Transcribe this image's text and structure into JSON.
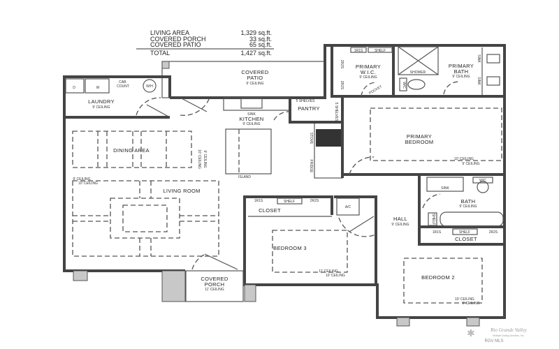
{
  "area_table": {
    "rows": [
      {
        "label": "LIVING AREA",
        "value": "1,329 sq.ft."
      },
      {
        "label": "COVERED PORCH",
        "value": "33 sq.ft."
      },
      {
        "label": "COVERED PATIO",
        "value": "65 sq.ft."
      }
    ],
    "total": {
      "label": "TOTAL",
      "value": "1,427 sq.ft."
    }
  },
  "rooms": {
    "covered_patio": {
      "name1": "COVERED",
      "name2": "PATIO",
      "ceiling": "9' CEILING"
    },
    "laundry": {
      "name": "LAUNDRY",
      "ceiling": "9' CEILING",
      "d": "D",
      "w": "W",
      "cab1": "CAB.",
      "cab2": "COUNT",
      "wh": "W/H"
    },
    "kitchen": {
      "name": "KITCHEN",
      "ceiling": "9' CEILING",
      "sink": "SINK",
      "island": "ISLAND",
      "stove": "STOVE",
      "fridge": "FRIDGE"
    },
    "pantry": {
      "name": "PANTRY",
      "shelves_top": "5 SHELVES",
      "shelves_side": "5 SHELVES"
    },
    "dining": {
      "name": "DINING AREA",
      "ceiling_a": "9' CEILING",
      "ceiling_b": "10' CEILING"
    },
    "living": {
      "name": "LIVING ROOM",
      "ceiling_a": "9' CEILING",
      "ceiling_b": "10' CEILING"
    },
    "covered_porch": {
      "name1": "COVERED",
      "name2": "PORCH",
      "ceiling": "11' CEILING"
    },
    "primary_wic": {
      "name1": "PRIMARY",
      "name2": "W.I.C.",
      "ceiling": "9' CEILING",
      "rod": "1R1S",
      "shelf": "SHELF",
      "side1": "2R2S",
      "side2": "2R2S",
      "door": "POCKET"
    },
    "primary_bath": {
      "name1": "PRIMARY",
      "name2": "BATH",
      "ceiling": "9' CEILING",
      "shower": "SHOWER",
      "wc": "W/C",
      "sink1": "SINK",
      "sink2": "SINK"
    },
    "primary_bedroom": {
      "name1": "PRIMARY",
      "name2": "BEDROOM",
      "ceiling_a": "10' CEILING",
      "ceiling_b": "9' CEILING"
    },
    "bath": {
      "name": "BATH",
      "ceiling": "9' CEILING",
      "sink": "SINK",
      "wc": "W/C",
      "shelf": "SHELF"
    },
    "hall": {
      "name": "HALL",
      "ceiling": "9' CEILING",
      "ac": "A/C"
    },
    "closet3": {
      "name": "CLOSET",
      "rod1": "1R1S",
      "shelf": "SHELF",
      "rod2": "2R2S"
    },
    "bedroom3": {
      "name": "BEDROOM 3",
      "ceiling_a": "11' CEILING",
      "ceiling_b": "10' CEILING"
    },
    "closet2": {
      "name": "CLOSET",
      "rod1": "1R1S",
      "shelf": "SHELF",
      "rod2": "2R2S"
    },
    "bedroom2": {
      "name": "BEDROOM 2",
      "ceiling_a": "10' CEILING",
      "ceiling_b": "9' CEILING"
    }
  },
  "logo": {
    "line1": "Rio Grande Valley",
    "line2": "Multiple Listing Services, Inc.",
    "line3": "RGV MLS"
  }
}
